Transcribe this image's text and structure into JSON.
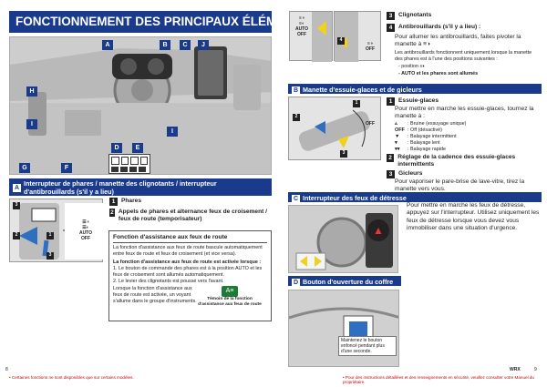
{
  "page_title": "FONCTIONNEMENT DES PRINCIPAUX ÉLÉMENTS",
  "callouts_top": [
    "A",
    "B",
    "C",
    "J"
  ],
  "callouts_left": [
    "H",
    "I"
  ],
  "callouts_right": [
    "I"
  ],
  "callouts_bottom": [
    "D",
    "E",
    "G",
    "F"
  ],
  "section_a": {
    "letter": "A",
    "title": "Interrupteur de phares / manette des clignotants / interrupteur d'antibrouillards (s'il y a lieu)",
    "knob_labels": {
      "auto": "AUTO",
      "off": "OFF"
    },
    "items": [
      {
        "num": "1",
        "text": "Phares"
      },
      {
        "num": "2",
        "text": "Appels de phares et alternance feux de croisement / feux de route (temporisateur)"
      }
    ],
    "box": {
      "title": "Fonction d'assistance aux feux de route",
      "intro": "La fonction d'assistance aux feux de route bascule automatiquement entre feux de route et feux de croisement (et vice versa).",
      "active_title": "La fonction d'assistance aux feux de route est activée lorsque :",
      "cond1": "1. Le bouton de commande des phares est à la position AUTO et les feux de croisement sont allumés automatiquement.",
      "cond2": "2. Le levier des clignotants est poussé vers l'avant.",
      "note": "Lorsque la fonction d'assistance aux feux de route est activée, un voyant s'allume dans le groupe d'instruments.",
      "indicator_caption": "Témoin de la fonction d'assistance aux feux de route"
    },
    "footnote": "• Certaines fonctions ne sont disponibles que sur certains modèles."
  },
  "right_top": {
    "knob_labels": {
      "auto": "AUTO",
      "off": "OFF"
    },
    "item3": {
      "num": "3",
      "text": "Clignotants"
    },
    "item4": {
      "num": "4",
      "text": "Antibrouillards (s'il y a lieu) :"
    },
    "item4_desc": "Pour allumer les antibrouillards, faites pivoter la manette à",
    "item4_note": "Les antibrouillards fonctionnent uniquement lorsque la manette des phares est à l'une des positions suivantes :",
    "pos1": "- position",
    "pos2": "- AUTO et les phares sont allumés"
  },
  "section_b": {
    "letter": "B",
    "title": "Manette d'essuie-glaces et de gicleurs",
    "off_label": "OFF",
    "item1": {
      "num": "1",
      "text": "Essuie-glaces"
    },
    "item1_desc": "Pour mettre en marche les essuie-glaces, tournez la manette à :",
    "modes": [
      {
        "sym": "▵",
        "text": ": Bruine (essuyage unique)"
      },
      {
        "sym": "OFF",
        "text": ": Off (désactivé)"
      },
      {
        "sym": "▼",
        "text": ": Balayage intermittent"
      },
      {
        "sym": "▾",
        "text": ": Balayage lent"
      },
      {
        "sym": "▾▾",
        "text": ": Balayage rapide"
      }
    ],
    "item2": {
      "num": "2",
      "text": "Réglage de la cadence des essuie-glaces intermittents"
    },
    "item3": {
      "num": "3",
      "text": "Gicleurs"
    },
    "item3_desc": "Pour vaporiser le pare-brise de lave-vitre, tirez la manette vers vous."
  },
  "section_c": {
    "letter": "C",
    "title": "Interrupteur des feux de détresse",
    "desc": "Pour mettre en marche les feux de détresse, appuyez sur l'interrupteur. Utilisez uniquement les feux de détresse lorsque vous devez vous immobiliser dans une situation d'urgence."
  },
  "section_d": {
    "letter": "D",
    "title": "Bouton d'ouverture du coffre",
    "caption": "Maintenez le bouton enfoncé pendant plus d'une seconde."
  },
  "footer": {
    "left_page": "8",
    "right_page": "9",
    "brand": "WRX",
    "right_footnote": "• Pour des instructions détaillées et des renseignements en sécurité, veuillez consulter votre Manuel du propriétaire."
  },
  "colors": {
    "brand_blue": "#1a3a8c",
    "indicator_green": "#1f7a35",
    "arrow_blue": "#2f6fc0",
    "arrow_yellow": "#f0d020"
  }
}
